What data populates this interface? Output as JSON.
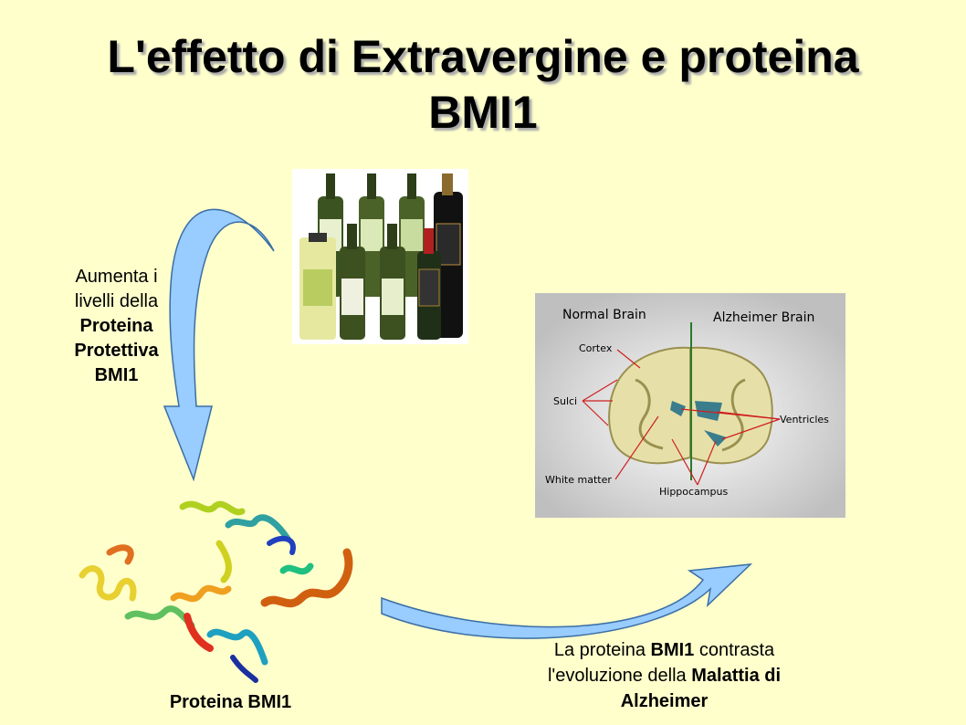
{
  "title": {
    "line1": "L'effetto di Extravergine e proteina",
    "line2": "BMI1"
  },
  "left_caption": {
    "line1": "Aumenta i",
    "line2": "livelli della",
    "bold1": "Proteina",
    "bold2": "Protettiva",
    "bold3": "BMI1"
  },
  "protein_caption": "Proteina BMI1",
  "bottom_caption": {
    "text1": "La proteina ",
    "bold1": "BMI1",
    "text2": " contrasta",
    "text3": "l'evoluzione della ",
    "bold2": "Malattia di",
    "bold3": "Alzheimer"
  },
  "brain_diagram": {
    "left_title": "Normal Brain",
    "right_title": "Alzheimer Brain",
    "labels": {
      "cortex": "Cortex",
      "sulci": "Sulci",
      "white_matter": "White matter",
      "hippocampus": "Hippocampus",
      "ventricles": "Ventricles"
    }
  },
  "colors": {
    "background": "#ffffcc",
    "arrow_fill": "#99ccff",
    "arrow_stroke": "#3a6ea5"
  }
}
